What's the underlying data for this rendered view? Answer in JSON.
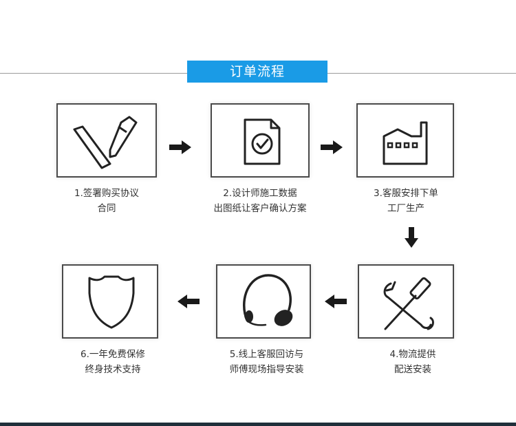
{
  "title": "订单流程",
  "steps": [
    {
      "line1": "1.签署购买协议",
      "line2": "合同",
      "icon": "sign-pen-icon"
    },
    {
      "line1": "2.设计师施工数据",
      "line2": "出图纸让客户确认方案",
      "icon": "document-check-icon"
    },
    {
      "line1": "3.客服安排下单",
      "line2": "工厂生产",
      "icon": "factory-icon"
    },
    {
      "line1": "4.物流提供",
      "line2": "配送安装",
      "icon": "tools-icon"
    },
    {
      "line1": "5.线上客服回访与",
      "line2": "师傅现场指导安装",
      "icon": "headset-icon"
    },
    {
      "line1": "6.一年免费保修",
      "line2": "终身技术支持",
      "icon": "shield-icon"
    }
  ],
  "colors": {
    "accent": "#1a9be6",
    "line": "#4a4a4a",
    "text": "#333333"
  }
}
